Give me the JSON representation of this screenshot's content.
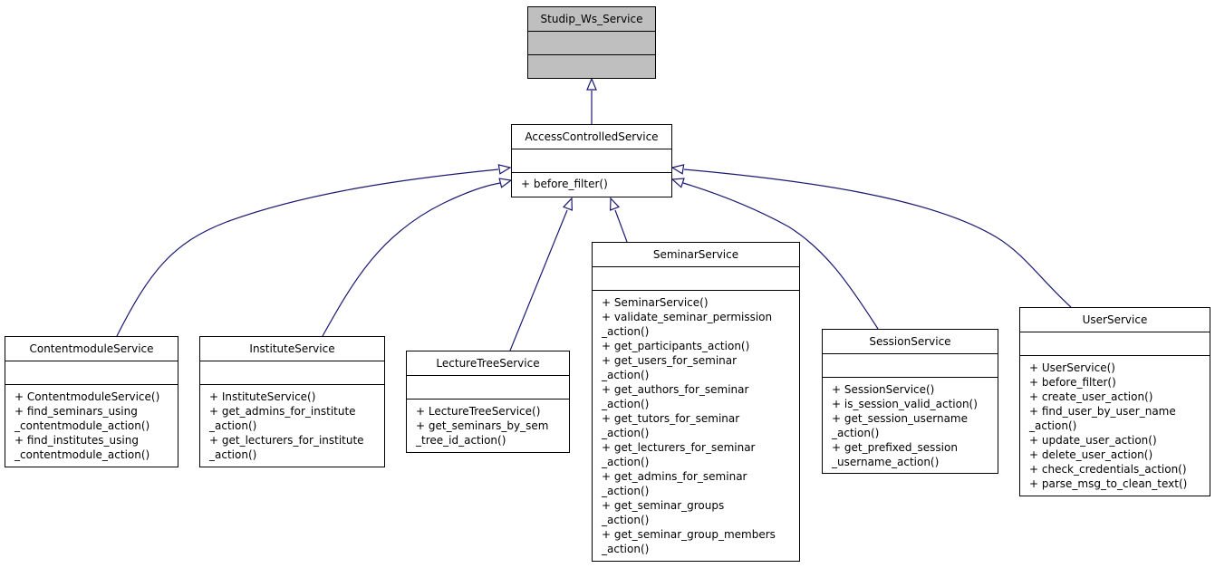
{
  "root": {
    "name": "Studip_Ws_Service",
    "operations": []
  },
  "parent": {
    "name": "AccessControlledService",
    "operations": [
      "+ before_filter()"
    ]
  },
  "children": [
    {
      "name": "ContentmoduleService",
      "operations": [
        "+ ContentmoduleService()",
        "+ find_seminars_using",
        "_contentmodule_action()",
        "+ find_institutes_using",
        "_contentmodule_action()"
      ]
    },
    {
      "name": "InstituteService",
      "operations": [
        "+ InstituteService()",
        "+ get_admins_for_institute",
        "_action()",
        "+ get_lecturers_for_institute",
        "_action()"
      ]
    },
    {
      "name": "LectureTreeService",
      "operations": [
        "+ LectureTreeService()",
        "+ get_seminars_by_sem",
        "_tree_id_action()"
      ]
    },
    {
      "name": "SeminarService",
      "operations": [
        "+ SeminarService()",
        "+ validate_seminar_permission",
        "_action()",
        "+ get_participants_action()",
        "+ get_users_for_seminar",
        "_action()",
        "+ get_authors_for_seminar",
        "_action()",
        "+ get_tutors_for_seminar",
        "_action()",
        "+ get_lecturers_for_seminar",
        "_action()",
        "+ get_admins_for_seminar",
        "_action()",
        "+ get_seminar_groups",
        "_action()",
        "+ get_seminar_group_members",
        "_action()"
      ]
    },
    {
      "name": "SessionService",
      "operations": [
        "+ SessionService()",
        "+ is_session_valid_action()",
        "+ get_session_username",
        "_action()",
        "+ get_prefixed_session",
        "_username_action()"
      ]
    },
    {
      "name": "UserService",
      "operations": [
        "+ UserService()",
        "+ before_filter()",
        "+ create_user_action()",
        "+ find_user_by_user_name",
        "_action()",
        "+ update_user_action()",
        "+ delete_user_action()",
        "+ check_credentials_action()",
        "+ parse_msg_to_clean_text()"
      ]
    }
  ],
  "colors": {
    "edge": "#191970",
    "root_fill": "#bfbfbf",
    "box_fill": "#ffffff",
    "border": "#000000"
  }
}
